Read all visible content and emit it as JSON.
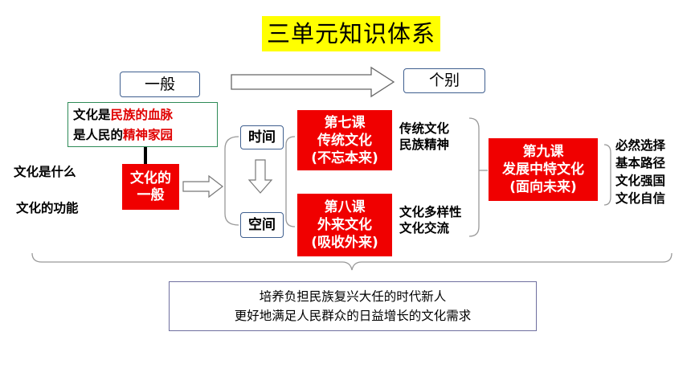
{
  "title": "三单元知识体系",
  "general_label": "一般",
  "individual_label": "个别",
  "quote": {
    "line1_prefix": "文化是",
    "line1_red": "民族的血脉",
    "line2_prefix": "是人民的",
    "line2_red": "精神家园",
    "accent_color": "#e00000"
  },
  "left_labels": [
    "文化是什么",
    "文化的功能"
  ],
  "culture_general": [
    "文化的",
    "一般"
  ],
  "time_label": "时间",
  "space_label": "空间",
  "lesson7": [
    "第七课",
    "传统文化",
    "(不忘本来)"
  ],
  "lesson7_topics": [
    "传统文化",
    "民族精神"
  ],
  "lesson8": [
    "第八课",
    "外来文化",
    "(吸收外来)"
  ],
  "lesson8_topics": [
    "文化多样性",
    "文化交流"
  ],
  "lesson9": [
    "第九课",
    "发展中特文化",
    "(面向未来)"
  ],
  "lesson9_topics": [
    "必然选择",
    "基本路径",
    "文化强国",
    "文化自信"
  ],
  "footer": [
    "培养负担民族复兴大任的时代新人",
    "更好地满足人民群众的日益增长的文化需求"
  ],
  "colors": {
    "title_bg": "#ffff00",
    "lesson_bg": "#f00000",
    "box_border": "#3f5f8f"
  }
}
